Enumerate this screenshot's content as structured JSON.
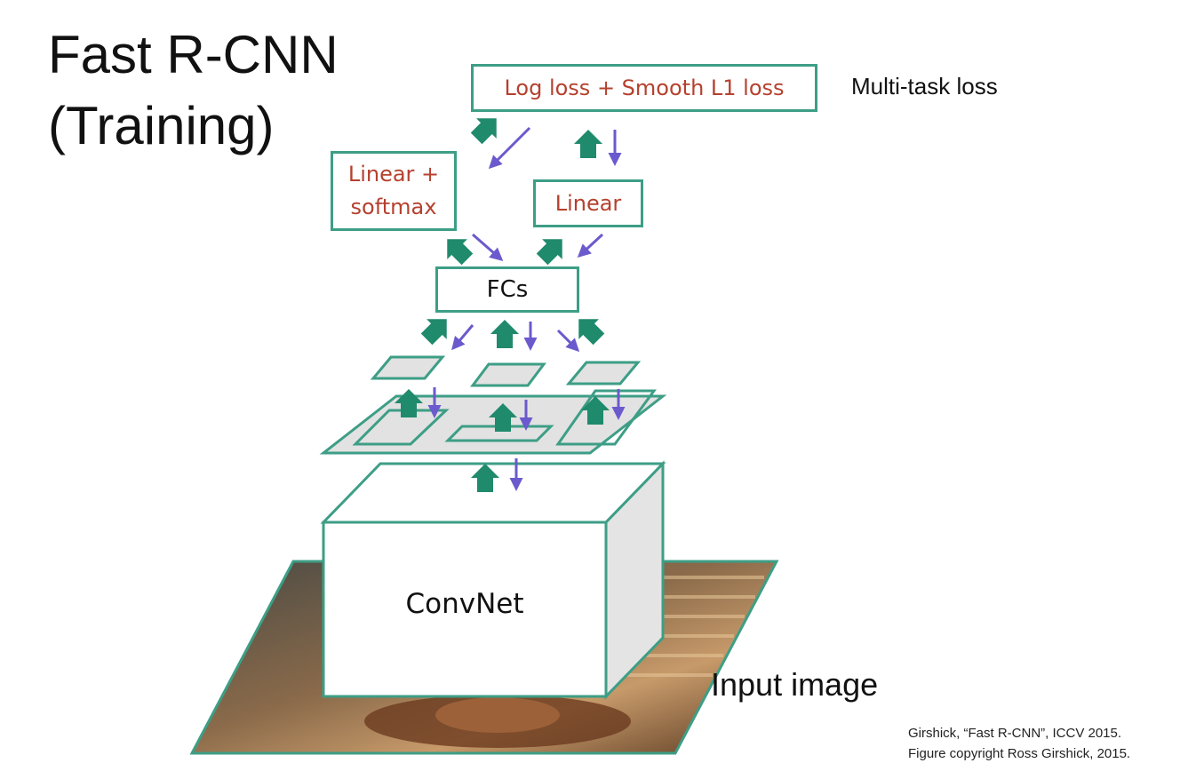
{
  "title": {
    "line1": "Fast R-CNN",
    "line2": "(Training)"
  },
  "boxes": {
    "loss": "Log loss + Smooth L1 loss",
    "cls_line1": "Linear +",
    "cls_line2": "softmax",
    "reg": "Linear",
    "fcs": "FCs",
    "convnet": "ConvNet"
  },
  "labels": {
    "multi_task": "Multi-task loss",
    "input_image": "Input image"
  },
  "citation": {
    "line1": "Girshick, “Fast R-CNN”, ICCV 2015.",
    "line2": "Figure copyright Ross Girshick, 2015."
  },
  "colors": {
    "forward_arrow": "#1f8a6c",
    "backward_arrow": "#6a5acd",
    "box_border": "#3d9e86",
    "box_text": "#b5412e"
  }
}
